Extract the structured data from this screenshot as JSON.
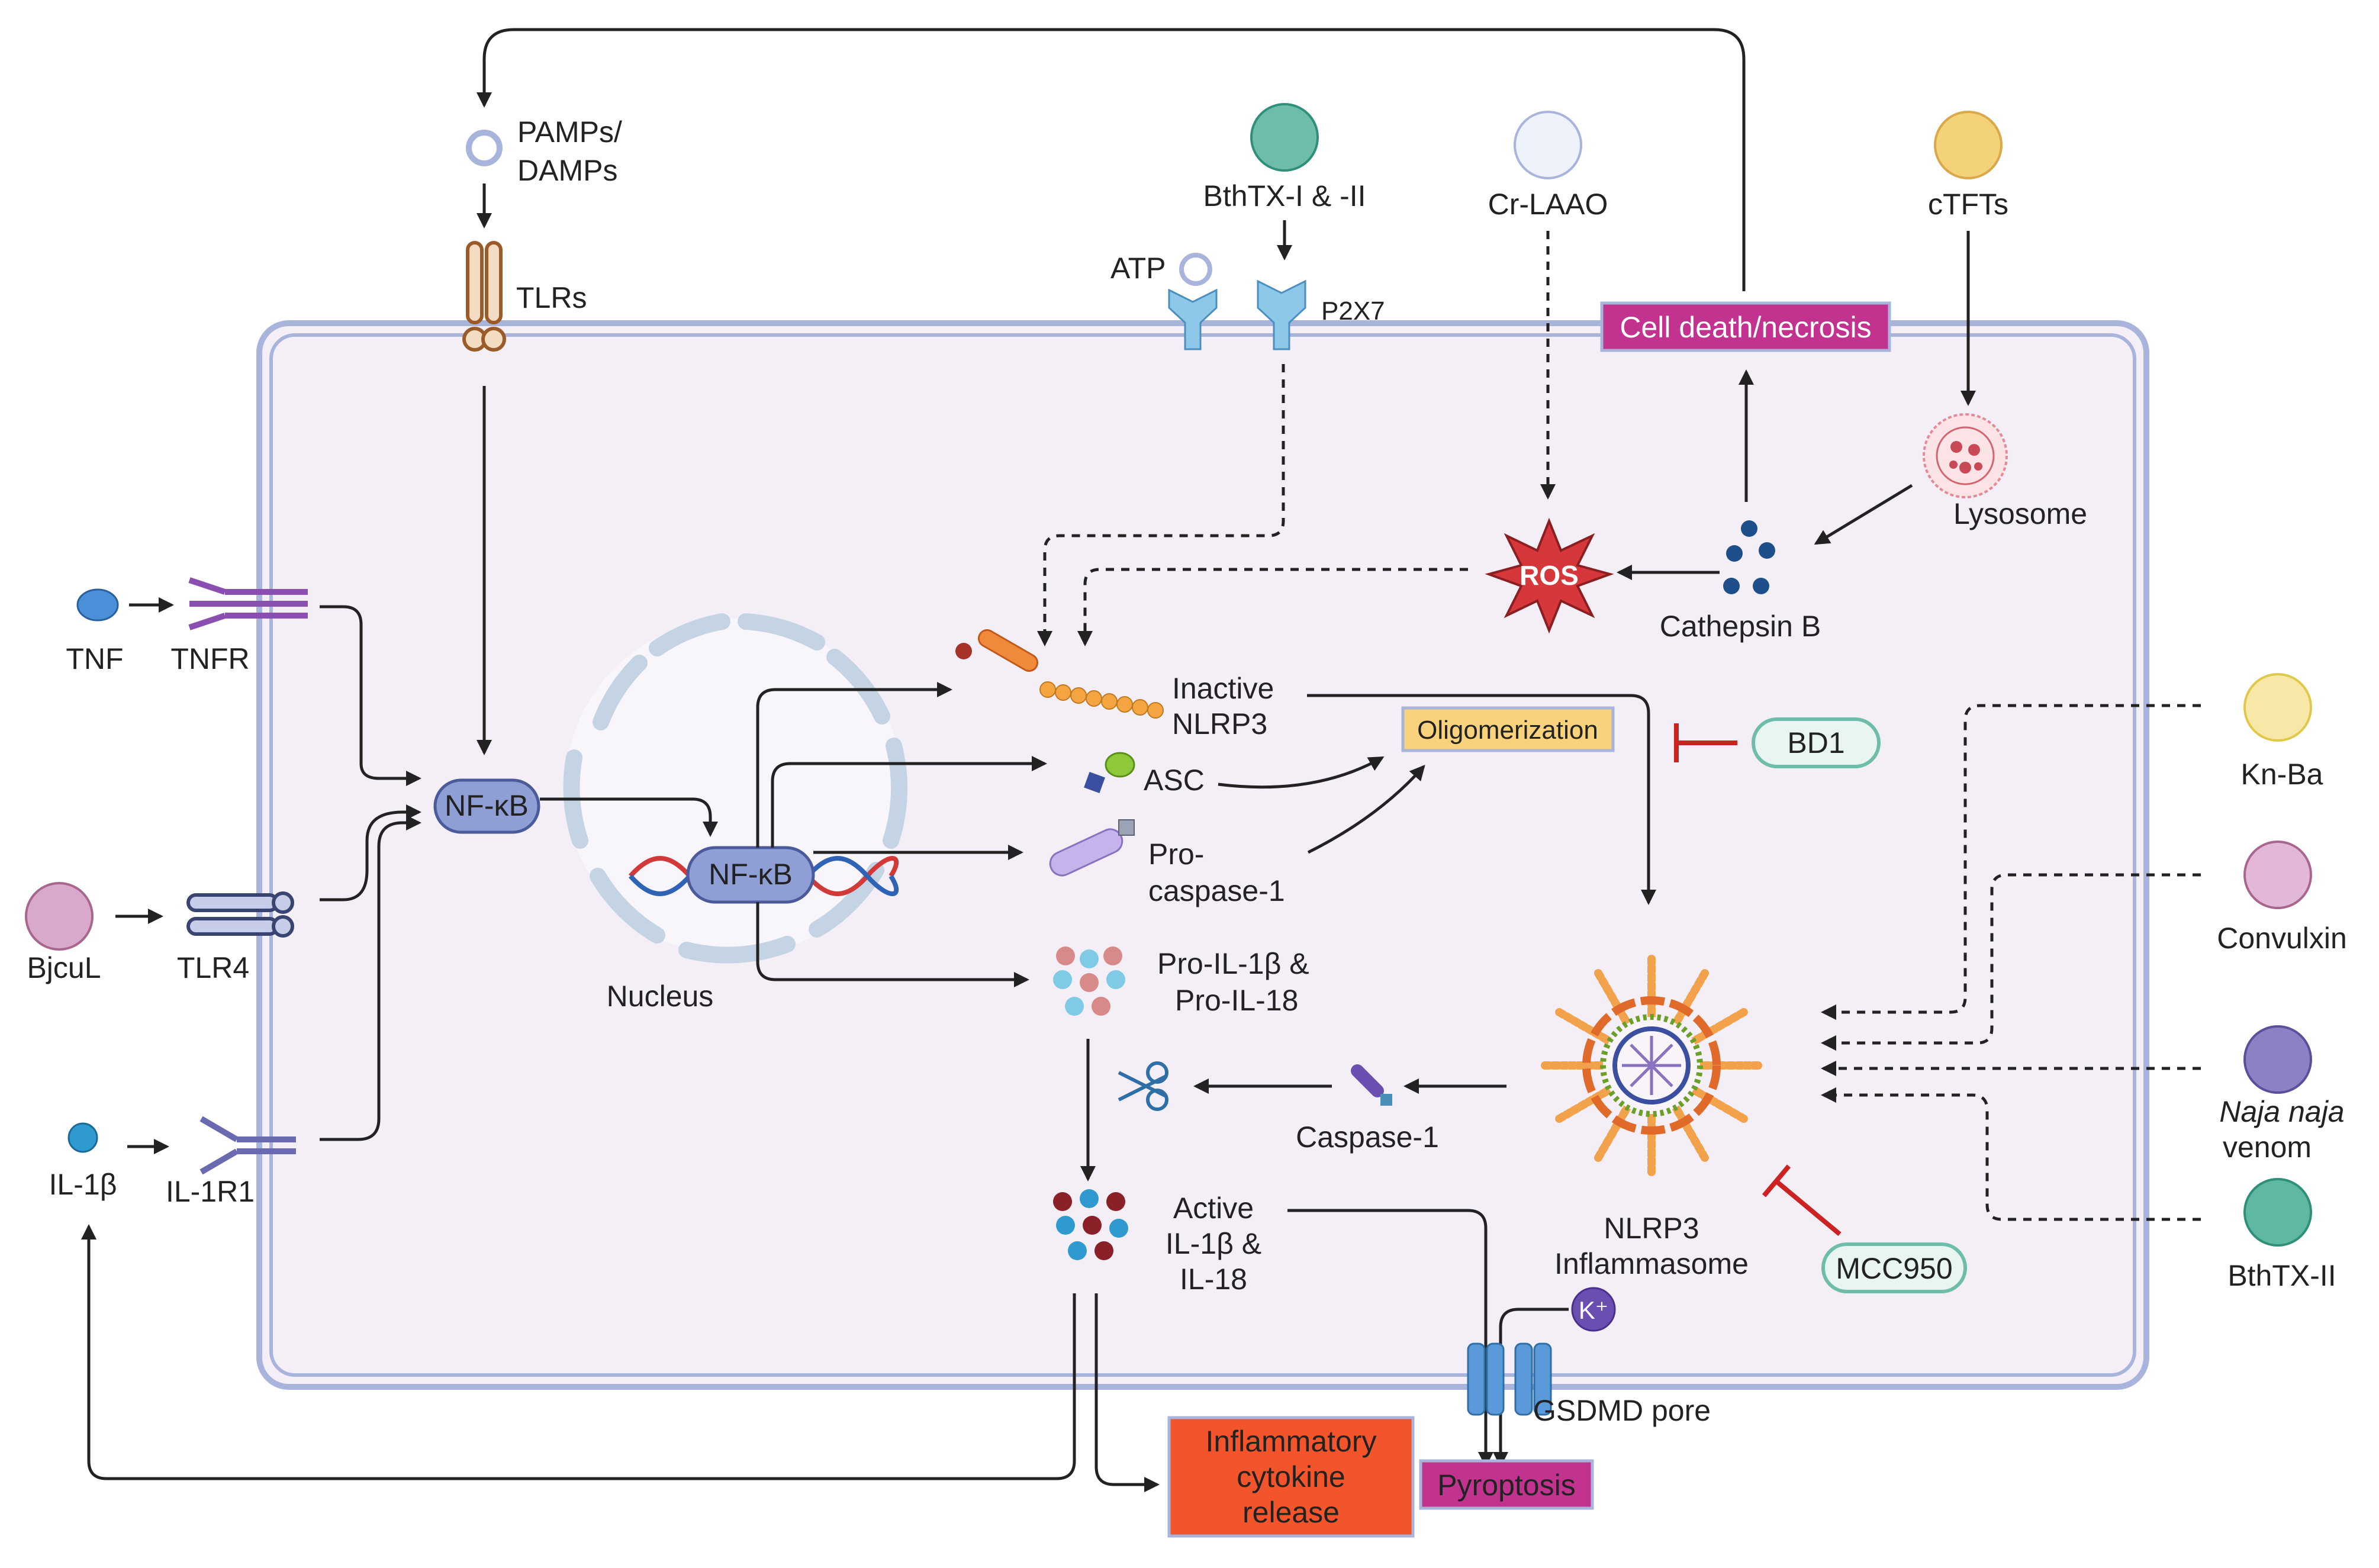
{
  "colors": {
    "cell_fill": "#f4eff6",
    "membrane": "#a9b4dd",
    "magenta_box": "#c2328f",
    "orange_box": "#f2552c",
    "olig_box": "#f8d27c",
    "inhibitor": "#cc2222",
    "teal": "#6dbdaa",
    "yellow": "#f3d27a",
    "pink": "#d9a9cc",
    "purple": "#8a82c4",
    "nfkb": "#8f9fd6"
  },
  "labels": {
    "pamps": [
      "PAMPs/",
      "DAMPs"
    ],
    "tlrs": "TLRs",
    "bthtx12": "BthTX-I & -II",
    "atp": "ATP",
    "p2x7": "P2X7",
    "crlaao": "Cr-LAAO",
    "ctfts": "cTFTs",
    "cell_death": "Cell death/necrosis",
    "lysosome": "Lysosome",
    "ros": "ROS",
    "cathepsin": "Cathepsin B",
    "tnf": "TNF",
    "tnfr": "TNFR",
    "nfkb": "NF-κB",
    "nfkb_nuclear": "NF-κB",
    "inactive_nlrp3": [
      "Inactive",
      "NLRP3"
    ],
    "oligomerization": "Oligomerization",
    "bd1": "BD1",
    "kn_ba": "Kn-Ba",
    "asc": "ASC",
    "procasp": [
      "Pro-",
      "caspase-1"
    ],
    "bjcul": "BjcuL",
    "tlr4": "TLR4",
    "convulxin": "Convulxin",
    "nucleus": "Nucleus",
    "pro_il": [
      "Pro-IL-1β &",
      "Pro-IL-18"
    ],
    "naja": [
      "Naja naja",
      "venom"
    ],
    "il1b": "IL-1β",
    "il1r1": "IL-1R1",
    "caspase1": "Caspase-1",
    "active_il": [
      "Active",
      "IL-1β &",
      "IL-18"
    ],
    "nlrp3_inflammasome": [
      "NLRP3",
      "Inflammasome"
    ],
    "mcc950": "MCC950",
    "bthtx2": "BthTX-II",
    "kplus": "K⁺",
    "gsdmd": "GSDMD pore",
    "inflam_release": [
      "Inflammatory",
      "cytokine",
      "release"
    ],
    "pyroptosis": "Pyroptosis"
  }
}
